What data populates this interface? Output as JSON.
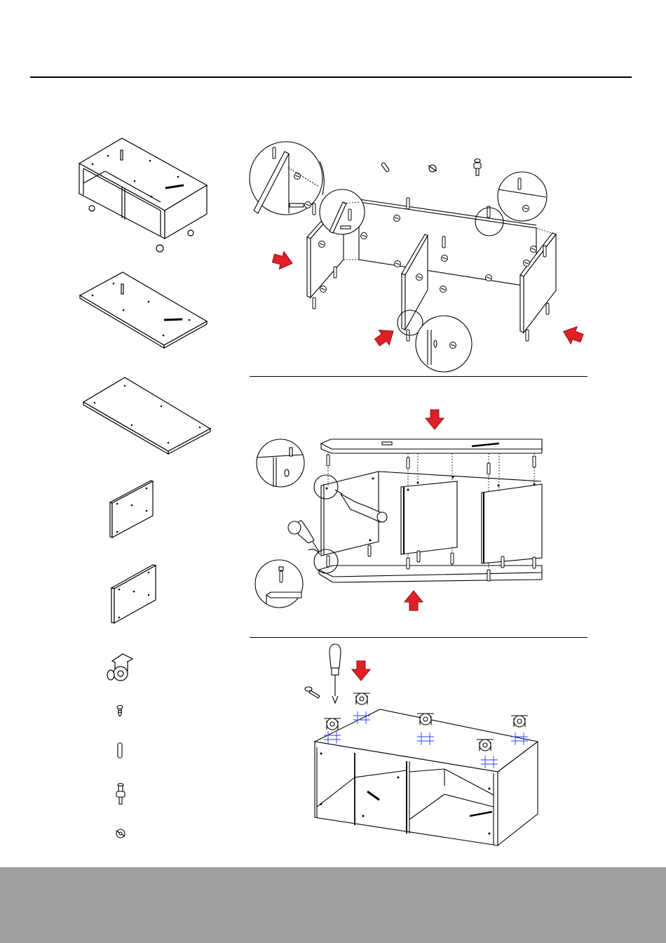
{
  "colors": {
    "line": "#000000",
    "arrow": "#e21f26",
    "arrow_edge": "#8a0f12",
    "footer": "#a0a0a0",
    "grid": "#2a3cff"
  },
  "parts_list": [
    {
      "part": "assembled-cabinet"
    },
    {
      "part": "top-panel"
    },
    {
      "part": "back-panel"
    },
    {
      "part": "side-panel-a"
    },
    {
      "part": "side-panel-b"
    },
    {
      "part": "caster-wheel"
    },
    {
      "part": "screw"
    },
    {
      "part": "wooden-dowel"
    },
    {
      "part": "cam-bolt"
    },
    {
      "part": "cam-lock"
    }
  ],
  "steps": [
    {
      "step": "attach-sides-to-back",
      "arrows": [
        "right",
        "up-right",
        "left"
      ]
    },
    {
      "step": "attach-top-and-bottom",
      "arrows": [
        "down",
        "up"
      ]
    },
    {
      "step": "mount-casters",
      "arrows": [
        "down"
      ]
    }
  ]
}
